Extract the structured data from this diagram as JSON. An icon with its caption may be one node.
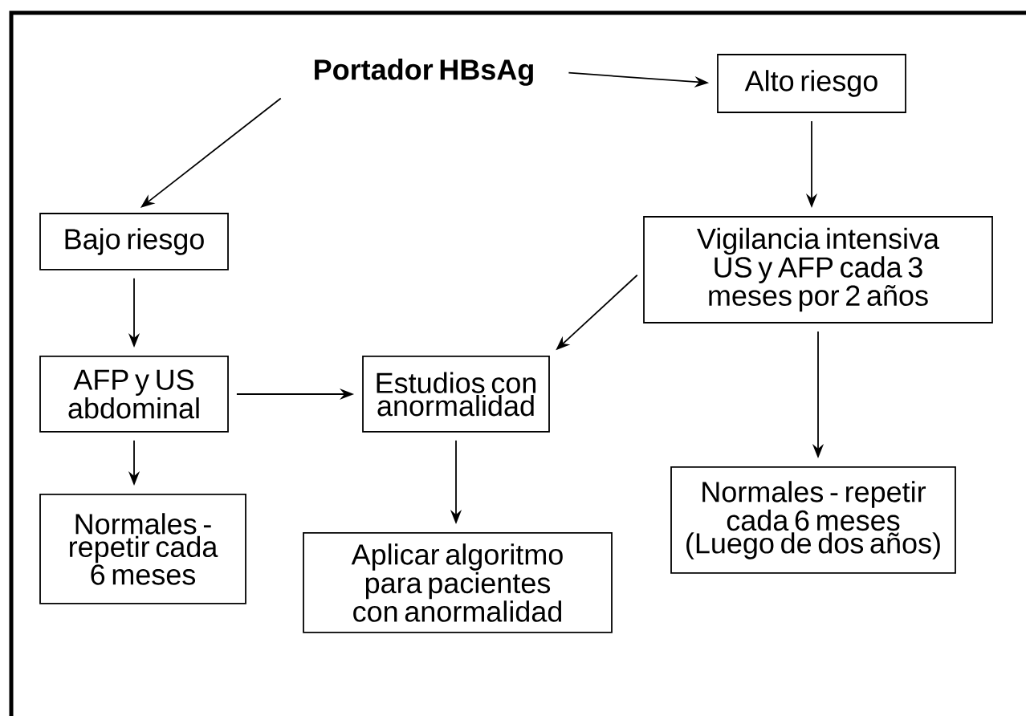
{
  "diagram": {
    "nodes": [
      {
        "text": [
          "Portador HBsAg"
        ]
      },
      {
        "text": [
          "Alto riesgo"
        ]
      },
      {
        "text": [
          "Bajo riesgo"
        ]
      },
      {
        "text": [
          "Vigilancia intensiva US y AFP cada 3 meses por 2 años"
        ]
      },
      {
        "text": [
          "AFP y US abdominal"
        ]
      },
      {
        "text": [
          "Estudios con anormalidad"
        ]
      },
      {
        "text": [
          "Normales - repetir cada 6 meses"
        ]
      },
      {
        "text": [
          "Aplicar algoritmo para pacientes con anormalidad"
        ]
      },
      {
        "text": [
          "Normales - repetir cada 6 meses (Luego de dos años)"
        ]
      }
    ],
    "edges": [
      {
        "from": 0,
        "to": 1,
        "arrow": "to"
      },
      {
        "from": 0,
        "to": 2,
        "arrow": "to"
      },
      {
        "from": 1,
        "to": 3,
        "arrow": "to"
      },
      {
        "from": 2,
        "to": 4,
        "arrow": "to"
      },
      {
        "from": 3,
        "to": 5,
        "arrow": "to"
      },
      {
        "from": 3,
        "to": 8,
        "arrow": "to"
      },
      {
        "from": 4,
        "to": 5,
        "arrow": "to"
      },
      {
        "from": 4,
        "to": 6,
        "arrow": "to"
      },
      {
        "from": 5,
        "to": 7,
        "arrow": "to"
      }
    ]
  }
}
